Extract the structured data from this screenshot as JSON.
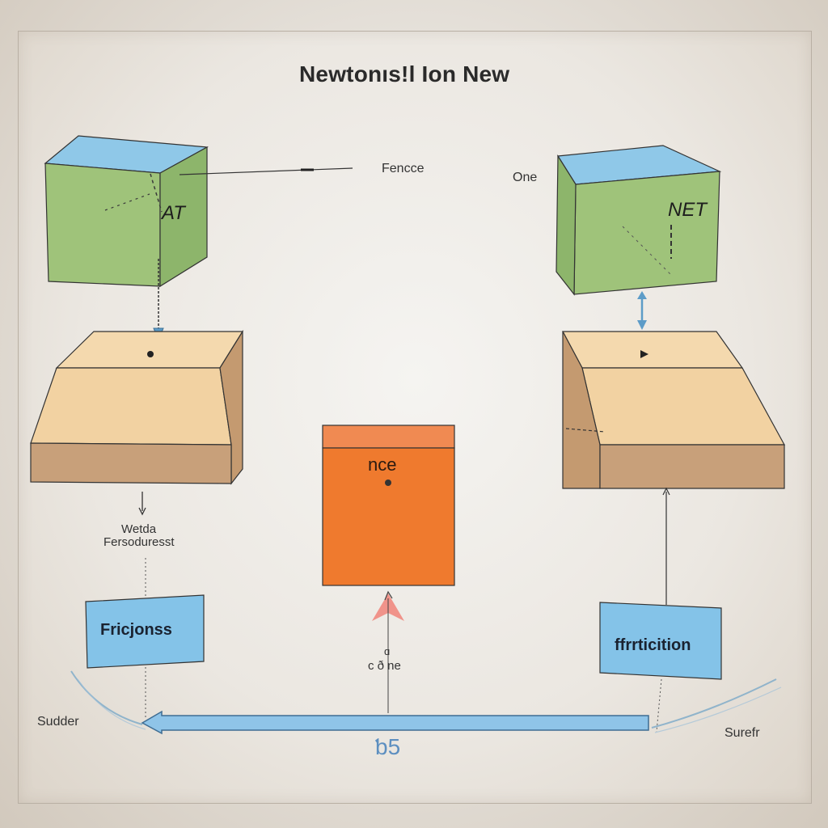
{
  "diagram": {
    "title": "Newtonıs!l Ion New",
    "labels": {
      "force": "Fencce",
      "one": "One",
      "box_left": "AT",
      "box_right": "NET",
      "center_block": "nce",
      "weight_line1": "Wetda",
      "weight_line2": "Fersoduresst",
      "friction_left": "Fricjonss",
      "friction_right": "ffrrticition",
      "center_small_1": "ɑ",
      "center_small_2": "c ð ne",
      "bottom_left": "Sudder",
      "bottom_right": "Surefr",
      "bottom_center": "ƅ5"
    },
    "colors": {
      "green_box": "#9fc37a",
      "blue_top": "#7fbfe6",
      "tan_block": "#f2d2a2",
      "tan_side": "#c49a70",
      "orange_block": "#ef7a2e",
      "blue_tag": "#84c3e8",
      "pink_arrow": "#f08a80"
    }
  }
}
